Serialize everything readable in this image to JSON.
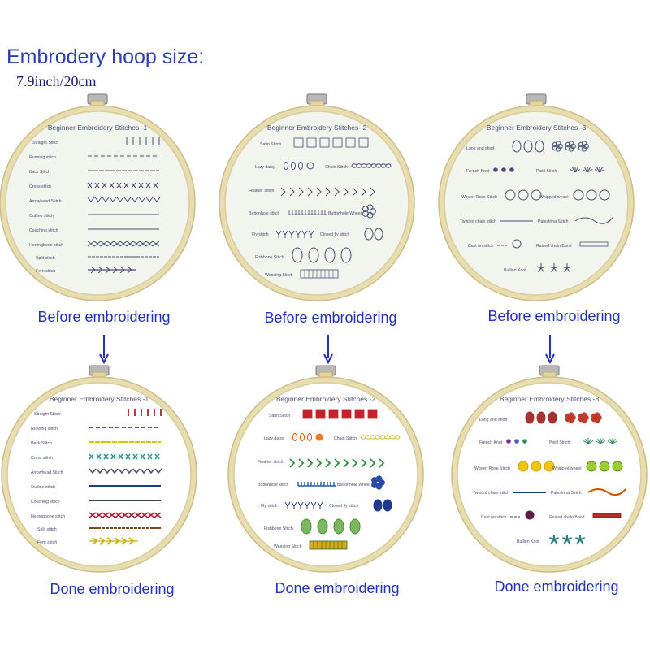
{
  "header": {
    "title": "Embrodery hoop size:",
    "size": "7.9inch/20cm"
  },
  "captions": {
    "before": "Before embroidering",
    "done": "Done embroidering"
  },
  "colors": {
    "caption": "#2433b8",
    "hoop_wood": "#e8ddb0",
    "fabric_before": "#f1f5ee",
    "fabric_done": "#ffffff",
    "print": "#4a4f70"
  },
  "hoops": [
    {
      "title": "Beginner Embroidery Stitches -1",
      "labels": [
        "Straight Stitch",
        "Running stitch",
        "Back Stitch",
        "Cross stitch",
        "Arrowhead Stitch",
        "Outline stitch",
        "Couching stitch",
        "Herringbone stitch",
        "Split stitch",
        "Fern stitch"
      ]
    },
    {
      "title": "Beginner Embroidery Stitches -2",
      "labels": [
        "Satin Stitch",
        "Lazy daisy",
        "Chain Stitch",
        "Feather stitch",
        "Buttonhole stitch",
        "Buttonhole Wheel",
        "Fly stitch",
        "Closed fly stitch",
        "Fishbone Stitch",
        "Weaving Stitch"
      ]
    },
    {
      "title": "Beginner Embroidery Stitches -3",
      "labels": [
        "Long and short",
        "French Knot",
        "Pistil Stitch",
        "Woven Rose Stitch",
        "Whipped wheel",
        "Twisted chain stitch",
        "Palestrina Stitch",
        "Cast on stitch",
        "Raised chain Band",
        "Bullion Knot"
      ]
    }
  ]
}
